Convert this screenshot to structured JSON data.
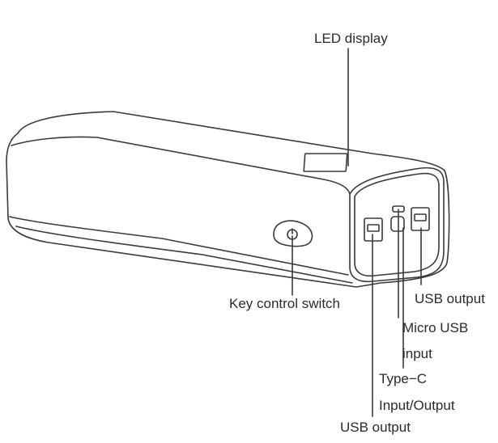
{
  "labels": {
    "led_display": "LED display",
    "key_control_switch": "Key control switch",
    "usb_output_right": "USB output",
    "micro_usb_line1": "Micro USB",
    "micro_usb_line2": "input",
    "type_c_line1": "Type−C",
    "type_c_line2": "Input/Output",
    "usb_output_left": "USB output"
  },
  "colors": {
    "stroke": "#3a3a3a",
    "text": "#2b2b2b"
  }
}
